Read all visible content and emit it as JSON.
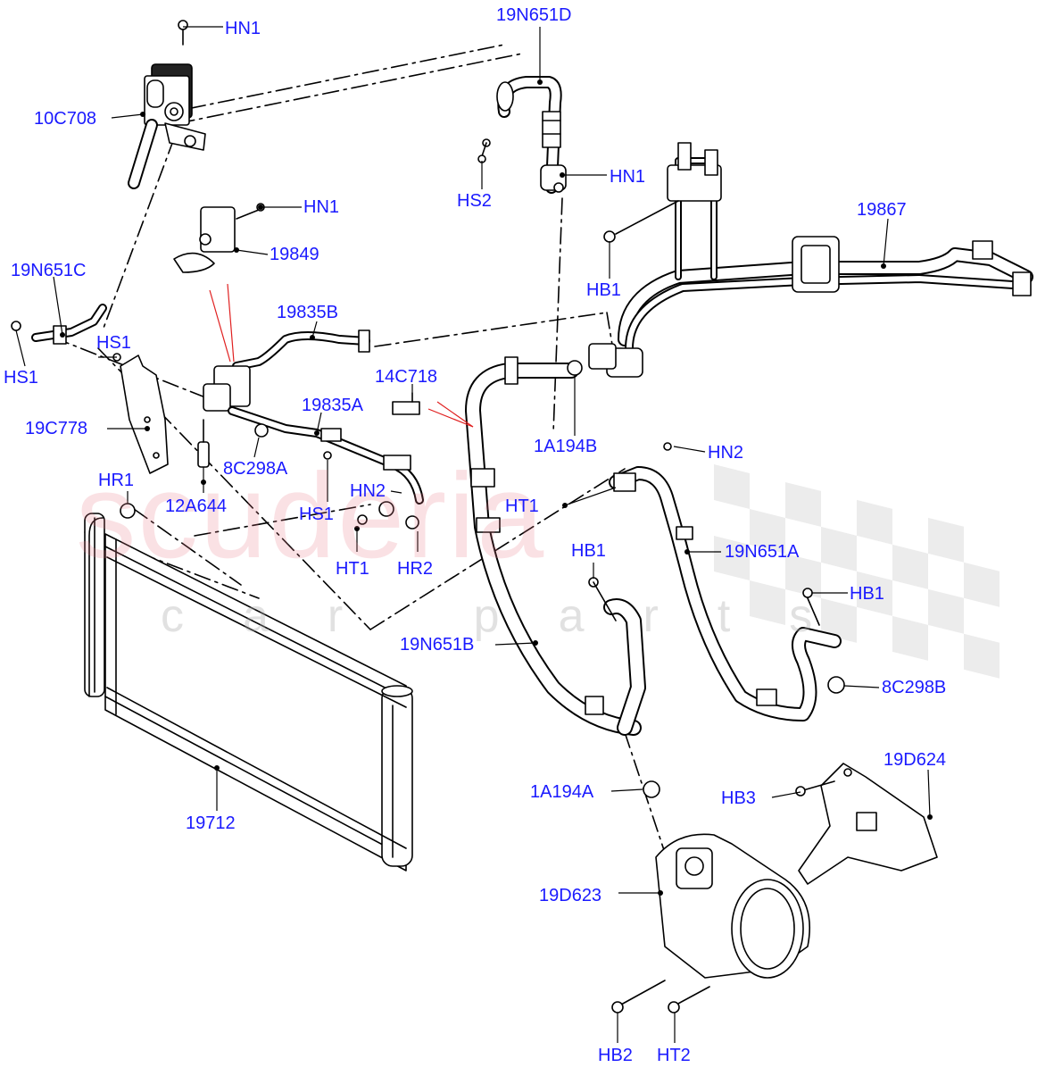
{
  "watermark": {
    "brand": "scuderia",
    "sub": "car parts"
  },
  "labels": {
    "hn1_top": "HN1",
    "c10c708": "10C708",
    "n19n651d": "19N651D",
    "hs2": "HS2",
    "hn1_mid": "HN1",
    "hn1_left": "HN1",
    "n19849": "19849",
    "n19867": "19867",
    "n19n651c": "19N651C",
    "hb1_top": "HB1",
    "n19835b": "19835B",
    "hs1_a": "HS1",
    "hs1_b": "HS1",
    "n14c718": "14C718",
    "n19c778": "19C778",
    "n19835a": "19835A",
    "n1a194b": "1A194B",
    "n8c298a": "8C298A",
    "hn2_right": "HN2",
    "hr1": "HR1",
    "hn2_mid": "HN2",
    "ht1_right": "HT1",
    "n12a644": "12A644",
    "hs1_c": "HS1",
    "hb1_mid": "HB1",
    "n19n651a": "19N651A",
    "ht1_left": "HT1",
    "hr2": "HR2",
    "hb1_right": "HB1",
    "n19n651b": "19N651B",
    "n8c298b": "8C298B",
    "n19d624": "19D624",
    "n1a194a": "1A194A",
    "hb3": "HB3",
    "n19712": "19712",
    "n19d623": "19D623",
    "hb2": "HB2",
    "ht2": "HT2"
  },
  "colors": {
    "label": "#1a1aff",
    "line": "#000000",
    "callout_red": "#e02020"
  }
}
